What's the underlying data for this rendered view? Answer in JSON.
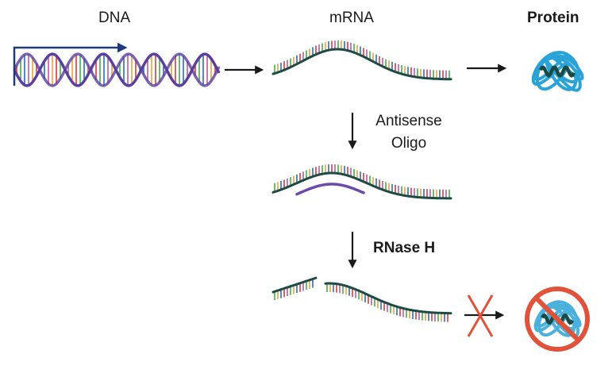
{
  "labels": {
    "dna": "DNA",
    "mrna": "mRNA",
    "protein": "Protein",
    "antisense_line1": "Antisense",
    "antisense_line2": "Oligo",
    "rnase": "RNase H"
  },
  "colors": {
    "dna_strand": "#5b3f9c",
    "dna_promoter_arrow": "#1f3a78",
    "rna_backbone": "#1d4a44",
    "base_palette": [
      "#d63a3a",
      "#3fae49",
      "#2a6db5",
      "#b85c9e",
      "#e2a33a"
    ],
    "antisense_oligo": "#6b4aa8",
    "protein_coil": "#2aa3d6",
    "protein_core": "#1a4a45",
    "blocked_sign": "#e0523a",
    "arrow": "#1a1a1a"
  },
  "icons": [
    "dna-helix-icon",
    "protein-coil-icon",
    "blocked-sign-icon",
    "x-mark-icon"
  ]
}
